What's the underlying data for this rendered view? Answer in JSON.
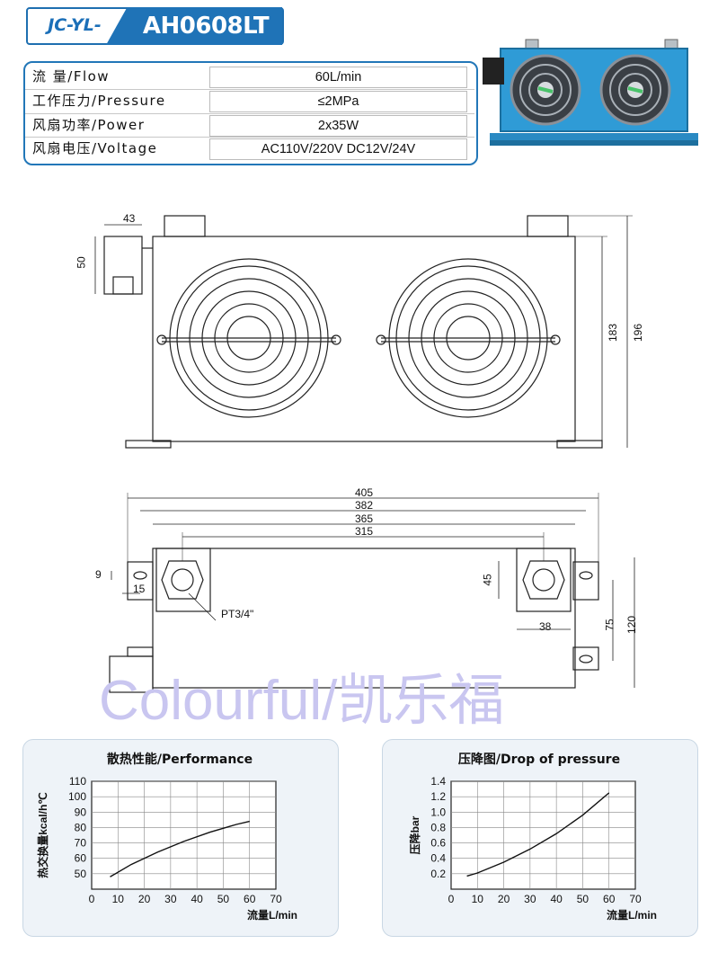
{
  "header": {
    "prefix": "JC-YL-",
    "model": "AH0608LT"
  },
  "specs": [
    {
      "label": "流    量/Flow",
      "value": "60L/min"
    },
    {
      "label": "工作压力/Pressure",
      "value": "≤2MPa"
    },
    {
      "label": "风扇功率/Power",
      "value": "2x35W"
    },
    {
      "label": "风扇电压/Voltage",
      "value": "AC110V/220V  DC12V/24V"
    }
  ],
  "front_view": {
    "dims": {
      "terminal_width": "43",
      "terminal_height": "50",
      "body_height": "183",
      "total_height": "196"
    }
  },
  "top_view": {
    "dims": {
      "w405": "405",
      "w382": "382",
      "w365": "365",
      "w315": "315",
      "d9": "9",
      "d15": "15",
      "d45": "45",
      "d38": "38",
      "d75": "75",
      "d120": "120"
    },
    "port_label": "PT3/4\""
  },
  "watermark": "Colourful/凯乐福",
  "chart_data": [
    {
      "type": "line",
      "title": "散热性能/Performance",
      "xlabel": "流量L/min",
      "ylabel": "热交换量kcal/h℃",
      "xlim": [
        0,
        70
      ],
      "ylim": [
        40,
        110
      ],
      "xticks": [
        0,
        10,
        20,
        30,
        40,
        50,
        60,
        70
      ],
      "yticks": [
        50,
        60,
        70,
        80,
        90,
        100,
        110
      ],
      "grid": true,
      "series": [
        {
          "x": [
            7,
            15,
            25,
            35,
            45,
            55,
            60
          ],
          "y": [
            48,
            56,
            64,
            71,
            77,
            82,
            84
          ]
        }
      ]
    },
    {
      "type": "line",
      "title": "压降图/Drop of pressure",
      "xlabel": "流量L/min",
      "ylabel": "压降bar",
      "xlim": [
        0,
        70
      ],
      "ylim": [
        0,
        1.4
      ],
      "xticks": [
        0,
        10,
        20,
        30,
        40,
        50,
        60,
        70
      ],
      "yticks": [
        0.2,
        0.4,
        0.6,
        0.8,
        1.0,
        1.2,
        1.4
      ],
      "grid": true,
      "series": [
        {
          "x": [
            6,
            10,
            20,
            30,
            40,
            50,
            60
          ],
          "y": [
            0.17,
            0.21,
            0.35,
            0.52,
            0.72,
            0.96,
            1.25
          ]
        }
      ]
    }
  ],
  "colors": {
    "brand_blue": "#1f73b7",
    "cooler_blue": "#2f9bd6",
    "watermark": "#c9c6f0"
  }
}
